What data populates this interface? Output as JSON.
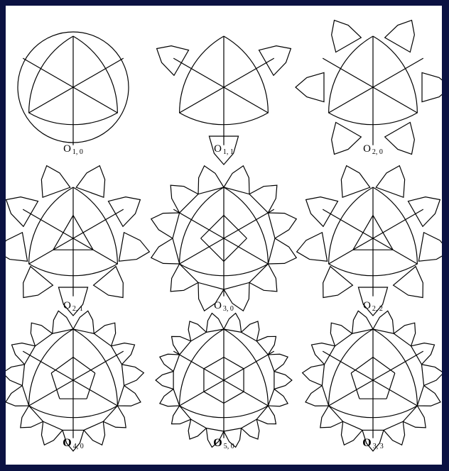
{
  "panels": [
    {
      "letter": "O",
      "index": "1, 0",
      "bold": false,
      "ring": 0
    },
    {
      "letter": "O",
      "index": "1, 1",
      "bold": false,
      "ring": 3
    },
    {
      "letter": "O",
      "index": "2, 0",
      "bold": false,
      "ring": 6
    },
    {
      "letter": "O",
      "index": "2, 1",
      "bold": false,
      "ring": 9
    },
    {
      "letter": "O",
      "index": "3, 0",
      "bold": false,
      "ring": 12
    },
    {
      "letter": "O",
      "index": "2, 2",
      "bold": false,
      "ring": 9
    },
    {
      "letter": "O",
      "index": "4, 0",
      "bold": true,
      "ring": 15
    },
    {
      "letter": "O",
      "index": "5, 0",
      "bold": true,
      "ring": 18
    },
    {
      "letter": "O",
      "index": "3, 3",
      "bold": true,
      "ring": 15
    }
  ],
  "colors": {
    "frame": "#0b1242",
    "background": "#ffffff",
    "line": "#000000"
  }
}
